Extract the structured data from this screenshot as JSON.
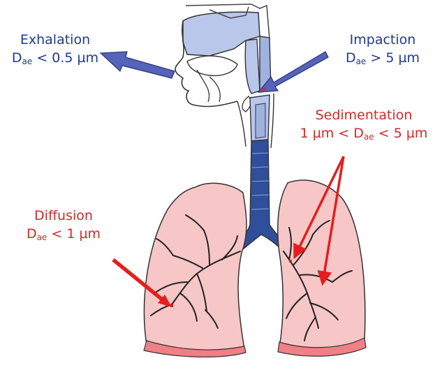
{
  "labels": {
    "exhalation": {
      "title": "Exhalation",
      "symbol": "D",
      "subscript": "ae",
      "condition": "< 0.5 µm"
    },
    "impaction": {
      "title": "Impaction",
      "symbol": "D",
      "subscript": "ae",
      "condition": "> 5 µm"
    },
    "sedimentation": {
      "title": "Sedimentation",
      "prefix": "1 µm < D",
      "subscript": "ae",
      "condition": "< 5 µm"
    },
    "diffusion": {
      "title": "Diffusion",
      "symbol": "D",
      "subscript": "ae",
      "condition": "< 1 µm"
    }
  },
  "colors": {
    "blue_text": "#1f3a93",
    "red_text": "#d12a2a",
    "blue_arrow": "#5563b8",
    "red_arrow": "#e41e1e",
    "lung_fill": "#f7c6c6",
    "lung_base": "#f07f86",
    "airway_light": "#b8c7ea",
    "airway_dark": "#2f4f9a",
    "outline": "#333333"
  },
  "icons": {
    "exhalation_arrow": "arrow-left",
    "impaction_arrow": "arrow-down-left",
    "lungs": "lungs",
    "head": "head-profile"
  }
}
